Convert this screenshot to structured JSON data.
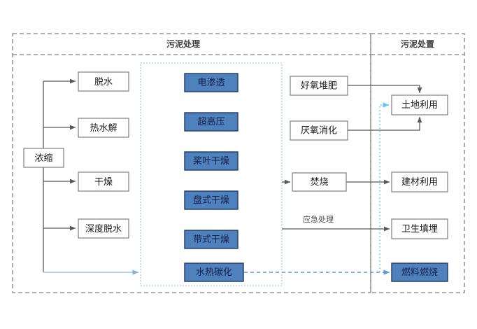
{
  "diagram": {
    "title_groups": [
      {
        "id": "treatment",
        "label": "污泥处理"
      },
      {
        "id": "disposal",
        "label": "污泥处置"
      }
    ],
    "colors": {
      "blue_fill": "#4f81bd",
      "blue_border": "#1f3864",
      "plain_border": "#7f7f7f",
      "group_dash": "#808080",
      "inner_dash": "#9dc3e6",
      "link": "#595959",
      "link_blue": "#5b9bd5",
      "link_blue_dot": "#5bc8f5"
    },
    "nodes": {
      "concentrate": "浓缩",
      "dewater": "脱水",
      "thermal_hydrolysis": "热水解",
      "drying": "干燥",
      "deep_dewater": "深度脱水",
      "electro_osmosis": "电渗透",
      "ultra_high_pressure": "超高压",
      "paddle_drying": "桨叶干燥",
      "disc_drying": "盘式干燥",
      "belt_drying": "带式干燥",
      "hydrothermal_carbonization": "水热碳化",
      "aerobic_composting": "好氧堆肥",
      "anaerobic_digestion": "厌氧消化",
      "incineration": "焚烧",
      "land_use": "土地利用",
      "building_material_use": "建材利用",
      "sanitary_landfill": "卫生填埋",
      "fuel_combustion": "燃料燃烧"
    },
    "edge_labels": {
      "emergency": "应急处理"
    }
  }
}
